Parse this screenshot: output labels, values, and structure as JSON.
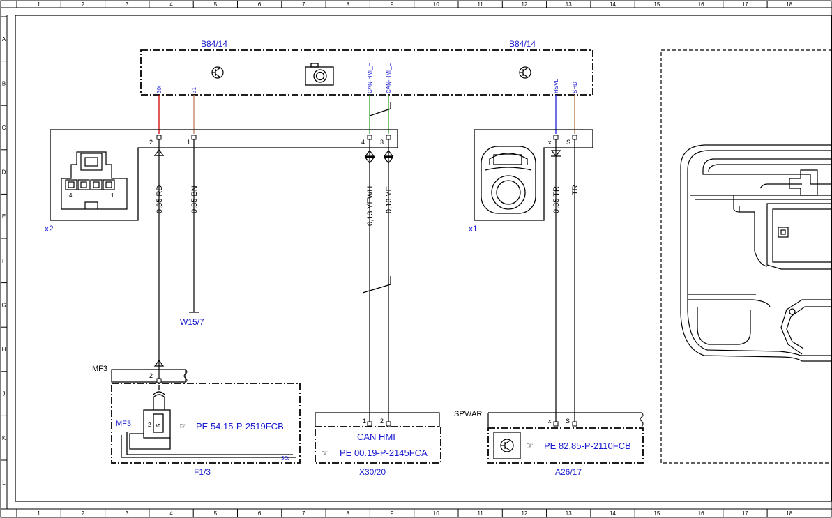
{
  "grid": {
    "columns": [
      "1",
      "2",
      "3",
      "4",
      "5",
      "6",
      "7",
      "8",
      "9",
      "10",
      "11",
      "12",
      "13",
      "14",
      "15",
      "16",
      "17",
      "18"
    ],
    "rows": [
      "A",
      "B",
      "C",
      "D",
      "E",
      "F",
      "G",
      "H",
      "J",
      "K",
      "L"
    ]
  },
  "components": {
    "b84_left_label": "B84/14",
    "b84_right_label": "B84/14",
    "x2_label": "x2",
    "x1_label": "x1",
    "w15_label": "W15/7",
    "mf3_label": "MF3",
    "mf3_inner_label": "MF3",
    "f13_label": "F1/3",
    "x30_label": "X30/20",
    "a26_label": "A26/17",
    "spv_label": "SPV/AR",
    "can_hmi_label": "CAN HMI"
  },
  "references": {
    "f13_ref": "PE 54.15-P-2519FCB",
    "x30_ref": "PE 00.19-P-2145FCA",
    "a26_ref": "PE 82.85-P-2110FCB"
  },
  "pins": {
    "pin_30t": "30t",
    "pin_31": "31",
    "pin_can_h": "CAN-HMI_H",
    "pin_can_l": "CAN-HMI_L",
    "pin_hsvl": "HSVL",
    "pin_shd": "SHD",
    "x2_pin2": "2",
    "x2_pin1": "1",
    "x2_pin4": "4",
    "x2_pin3": "3",
    "x1_pinx": "x",
    "x1_pins": "S",
    "mf3_pin2": "2",
    "x30_pin1": "1",
    "x30_pin2": "2",
    "a26_pinx": "x",
    "a26_pins": "S",
    "fuse_pin2": "2",
    "fuse_pin5": "5",
    "fuse_30t": "30t",
    "x2_housing_4": "4",
    "x2_housing_1": "1"
  },
  "wires": {
    "w1": "0,35 RD",
    "w2": "0,35 BN",
    "w3": "0,13 YEWH",
    "w4": "0,13 YE",
    "w5": "0,35 TR",
    "w6": "TR"
  },
  "colors": {
    "line": "#000000",
    "label_blue": "#1a1ad0",
    "wire_red": "#d00000",
    "wire_brown": "#c08060",
    "wire_green": "#30a030",
    "wire_blue": "#2020e0",
    "wire_tan": "#b07040"
  }
}
